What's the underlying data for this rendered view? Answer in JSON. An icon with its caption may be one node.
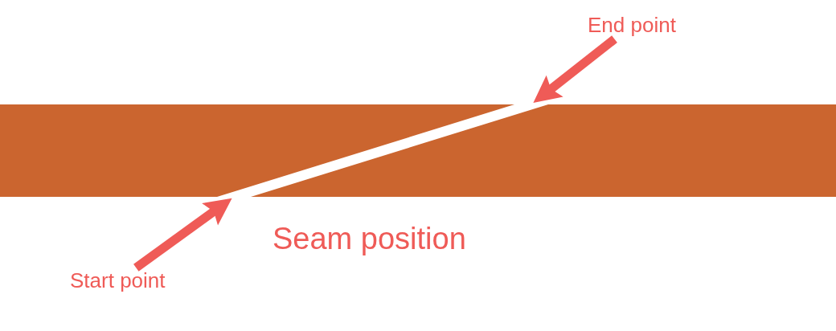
{
  "diagram": {
    "nodes": [
      {
        "text": [
          "End point"
        ]
      },
      {
        "text": [],
        "shape": "line"
      },
      {
        "text": [
          "Start point"
        ]
      }
    ],
    "edges": [
      {
        "from": 0,
        "to": 1,
        "arrow": "to"
      },
      {
        "from": 2,
        "to": 1,
        "arrow": "to"
      }
    ],
    "labels": [
      "Seam position"
    ]
  }
}
